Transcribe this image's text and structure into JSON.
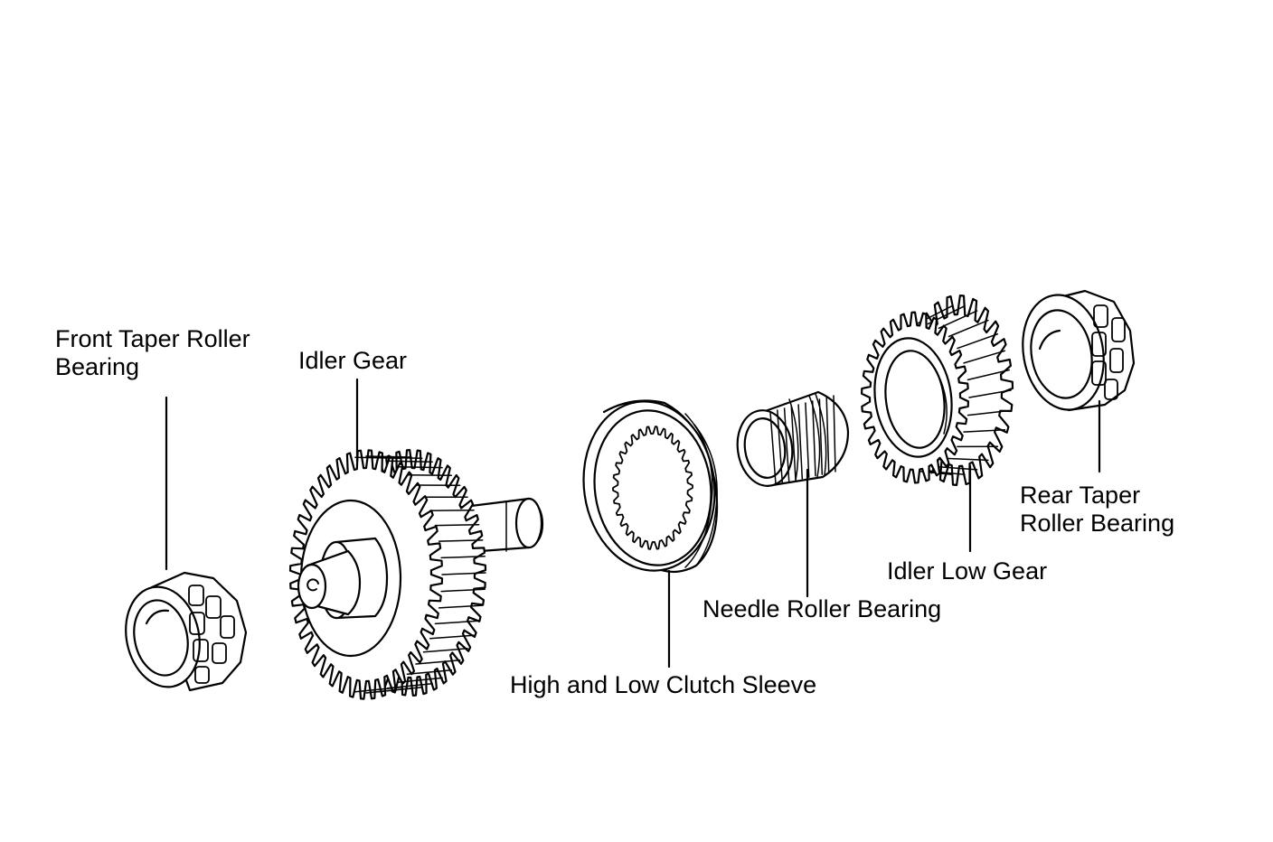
{
  "labels": {
    "front_bearing": {
      "line1": "Front Taper Roller",
      "line2": "Bearing"
    },
    "idler_gear": "Idler Gear",
    "clutch_sleeve": "High and Low Clutch Sleeve",
    "needle_bearing": "Needle Roller Bearing",
    "idler_low_gear": "Idler Low Gear",
    "rear_bearing": {
      "line1": "Rear Taper",
      "line2": "Roller Bearing"
    }
  },
  "colors": {
    "line": "#000000",
    "background": "#ffffff"
  }
}
